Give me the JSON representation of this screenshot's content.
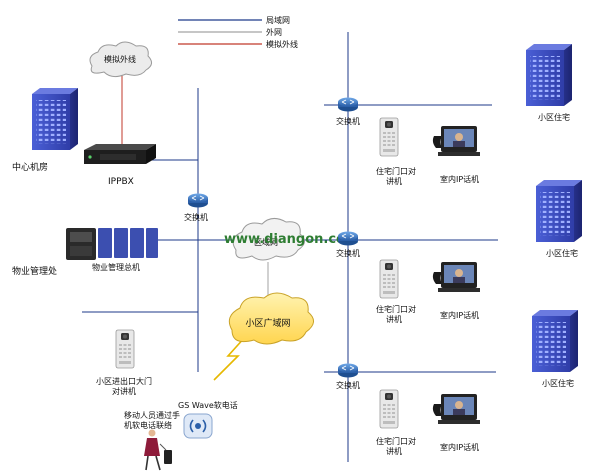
{
  "legend": {
    "lan": "局域网",
    "external": "外网",
    "analog": "模拟外线"
  },
  "colors": {
    "lan": "#1e3a8a",
    "external": "#a3a3a3",
    "analog": "#c0392b",
    "server": "#3b4cc0",
    "switch": "#3a7bd5"
  },
  "nodes": {
    "analog_cloud": "模拟外线",
    "central_room": "中心机房",
    "ippbx": "IPPBX",
    "switch_main": "交换机",
    "property_office": "物业管理处",
    "property_console": "物业管理总机",
    "community_cloud": "区域网",
    "wan_cloud": "小区广域网",
    "gate_station_l1": "小区进出口大门",
    "gate_station_l2": "对讲机",
    "gs_wave": "GS Wave软电话",
    "mobile_user_l1": "移动人员通过手",
    "mobile_user_l2": "机软电话联络",
    "watermark": "www.diangon.com"
  },
  "residences": [
    {
      "switch": "交换机",
      "door_l1": "住宅门口对",
      "door_l2": "讲机",
      "indoor": "室内IP话机",
      "building": "小区住宅"
    },
    {
      "switch": "交换机",
      "door_l1": "住宅门口对",
      "door_l2": "讲机",
      "indoor": "室内IP话机",
      "building": "小区住宅"
    },
    {
      "switch": "交换机",
      "door_l1": "住宅门口对",
      "door_l2": "讲机",
      "indoor": "室内IP话机",
      "building": "小区住宅"
    }
  ]
}
